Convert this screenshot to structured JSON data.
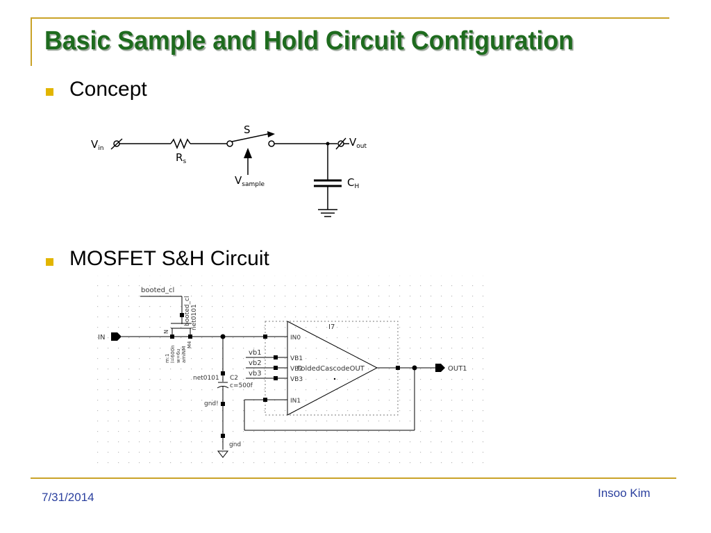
{
  "slide": {
    "title": "Basic Sample and Hold Circuit Configuration",
    "bullets": [
      "Concept",
      "MOSFET S&H Circuit"
    ],
    "footer": {
      "date": "7/31/2014",
      "author": "Insoo Kim"
    }
  },
  "concept_diagram": {
    "vin": "V",
    "vin_sub": "in",
    "rs": "R",
    "rs_sub": "s",
    "switch": "S",
    "vsample": "V",
    "vsample_sub": "sample",
    "ch": "C",
    "ch_sub": "H",
    "vout": "V",
    "vout_sub": "out"
  },
  "mosfet_schematic": {
    "booted_cl": "booted_cl",
    "booted_cl_vert": "booted_cl",
    "net0101_vert": "net0101",
    "in_pin": "IN",
    "out_pin": "OUT1",
    "transistor_labels": [
      "m:1",
      "l=600n",
      "w=6u",
      "amiNM",
      "M4"
    ],
    "transistor_n": "N",
    "net0101": "net0101",
    "c2_name": "C2",
    "c2_value": "c=500f",
    "gnd_bang": "gnd!",
    "gnd": "gnd",
    "vb_wires": [
      "vb1",
      "vb2",
      "vb3"
    ],
    "amp_pins": [
      "IN0",
      "VB1",
      "VB2",
      "VB3",
      "IN1"
    ],
    "amp_name": "I7",
    "amp_cell": "FoldedCascodeOUT"
  },
  "colors": {
    "title": "#1e6b1e",
    "accent": "#c9a227",
    "bullet": "#e2b500",
    "footer_text": "#2a3f9e"
  }
}
